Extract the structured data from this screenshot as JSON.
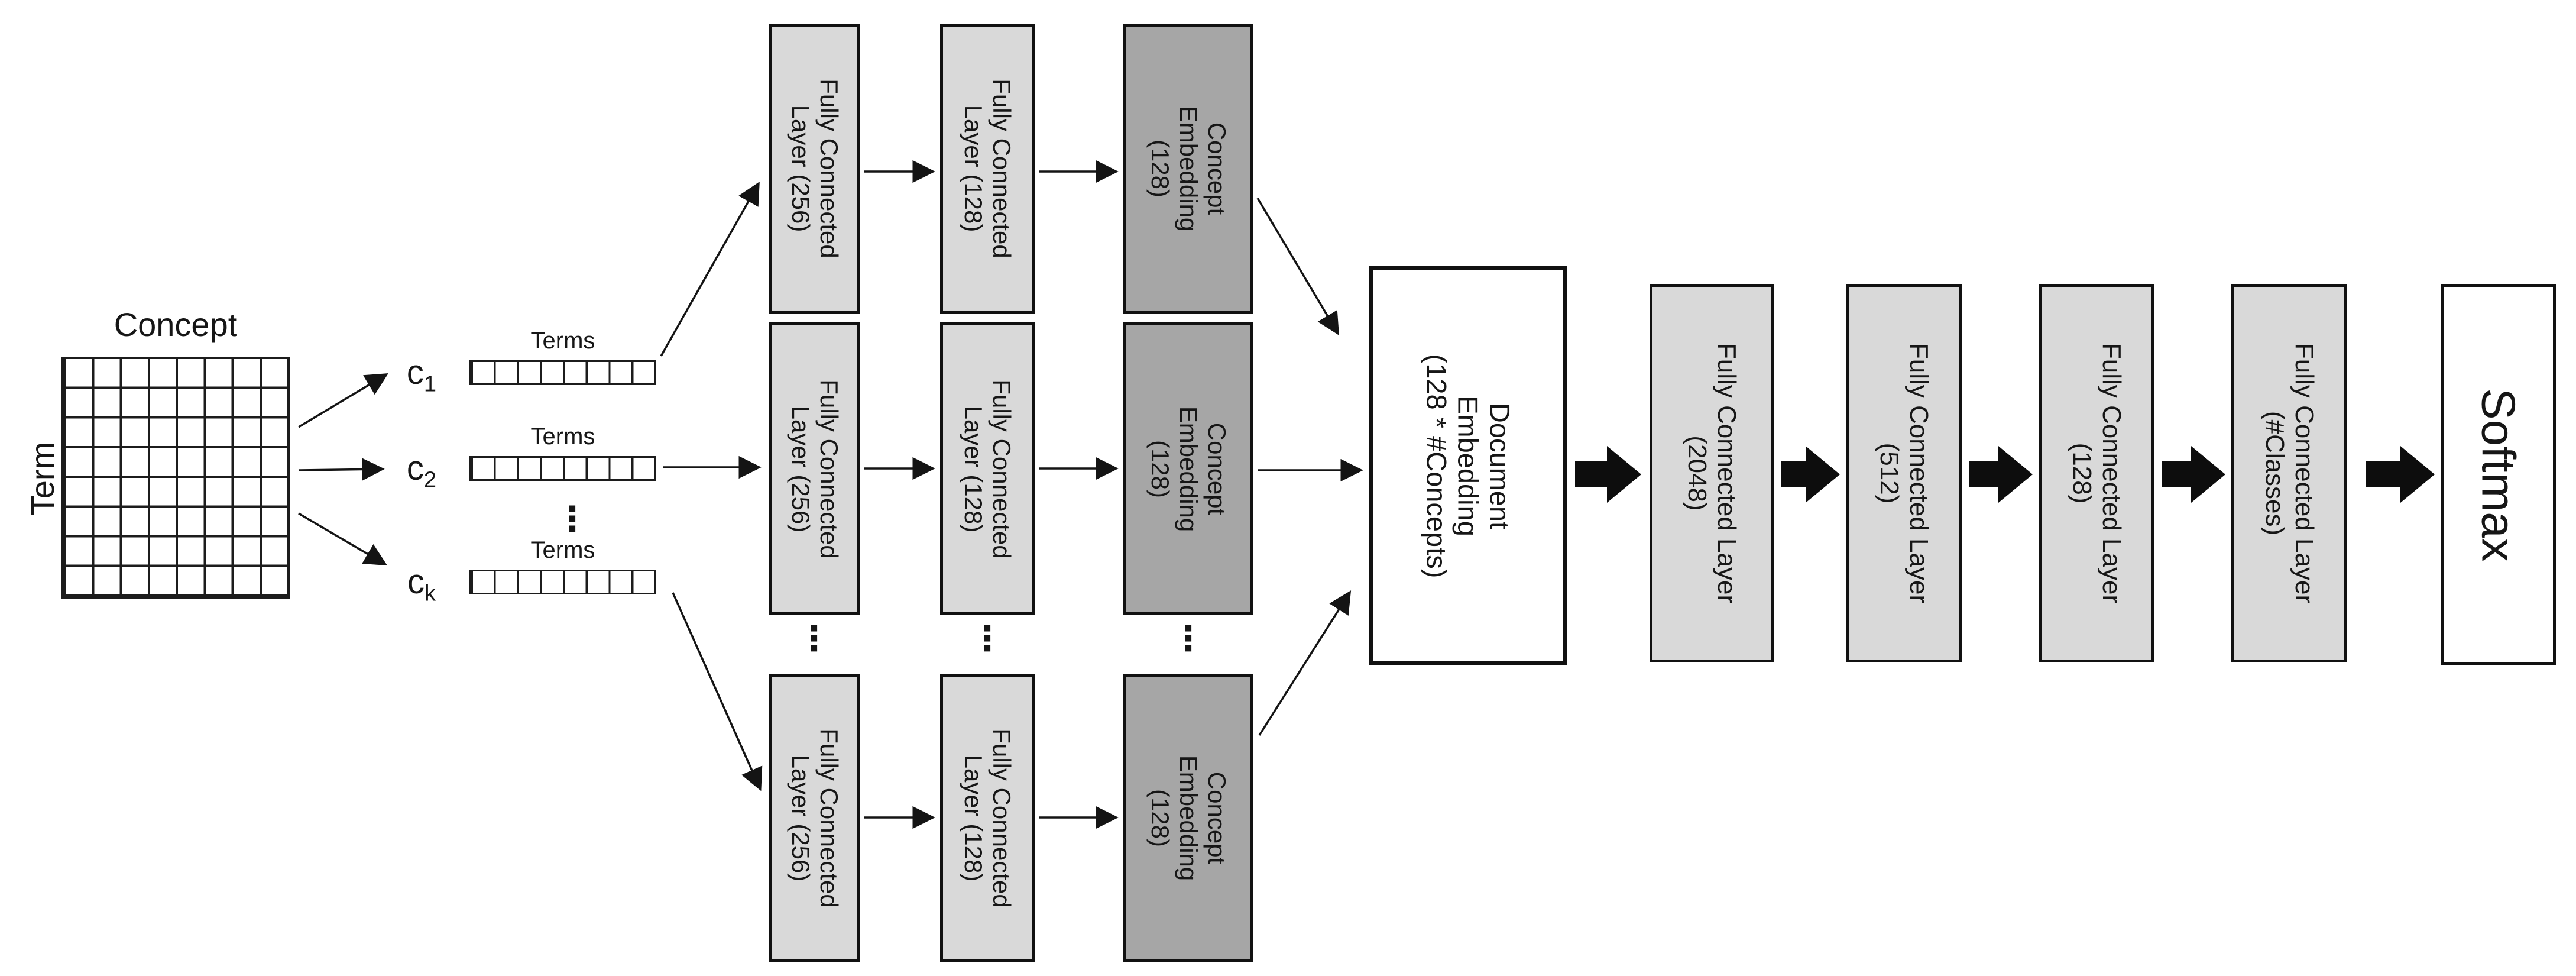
{
  "figure": {
    "matrix": {
      "column_label": "Concept",
      "row_label": "Term"
    },
    "ellipsis": "⋮",
    "concept_rows": [
      {
        "label_base": "c",
        "label_sub": "1",
        "vector_title": "Terms"
      },
      {
        "label_base": "c",
        "label_sub": "2",
        "vector_title": "Terms"
      },
      {
        "label_base": "c",
        "label_sub": "k",
        "vector_title": "Terms"
      }
    ],
    "branch_rows": [
      {
        "fc256": [
          "Fully Connected",
          "Layer (256)"
        ],
        "fc128": [
          "Fully Connected",
          "Layer (128)"
        ],
        "embedding": [
          "Concept",
          "Embedding",
          "(128)"
        ]
      },
      {
        "fc256": [
          "Fully Connected",
          "Layer (256)"
        ],
        "fc128": [
          "Fully Connected",
          "Layer (128)"
        ],
        "embedding": [
          "Concept",
          "Embedding",
          "(128)"
        ]
      },
      {
        "fc256": [
          "Fully Connected",
          "Layer (256)"
        ],
        "fc128": [
          "Fully Connected",
          "Layer (128)"
        ],
        "embedding": [
          "Concept",
          "Embedding",
          "(128)"
        ]
      }
    ],
    "pipeline": {
      "document_embedding": [
        "Document",
        "Embedding",
        "(128 * #Concepts)"
      ],
      "fc_2048": [
        "Fully Connected Layer",
        "(2048)"
      ],
      "fc_512": [
        "Fully Connected Layer",
        "(512)"
      ],
      "fc_128": [
        "Fully Connected Layer",
        "(128)"
      ],
      "fc_classes": [
        "Fully Connected Layer",
        "(#Classes)"
      ],
      "softmax": "Softmax"
    },
    "colors": {
      "light_gray": "#d9d9d9",
      "dark_gray": "#a6a6a6",
      "white": "#ffffff",
      "ink": "#141414"
    }
  }
}
